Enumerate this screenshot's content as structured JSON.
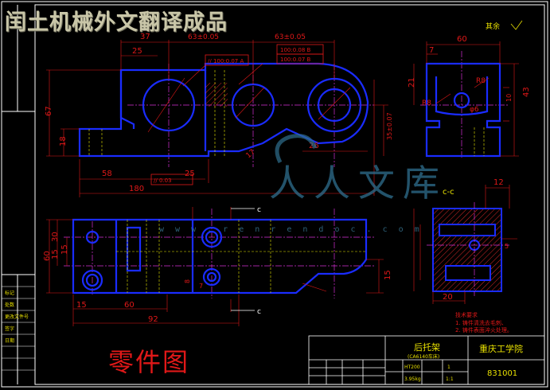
{
  "banner": {
    "text": "闰土机械外文翻译成品"
  },
  "watermark": {
    "text": "人人文库",
    "url": "w w w . r e n r e n d o c . c o m"
  },
  "drawing_title": "零件图",
  "surface_note": "其余",
  "front_view_dims": {
    "d37": "37",
    "d63a": "63±0.05",
    "d63b": "63±0.05",
    "d25top": "25",
    "d67": "67",
    "d18": "18",
    "d58": "58",
    "d25bot": "25",
    "d180": "180",
    "d35": "35±0.07",
    "d26": "26",
    "d17": "17",
    "tol_parallel_a": "//  100:0.07  A",
    "tol_parallel_b1": "100:0.08  B",
    "tol_parallel_b2": "100:0.07  B",
    "tol_flat": "//  0.03"
  },
  "side_view_dims": {
    "d60": "60",
    "d7": "7",
    "d21": "21",
    "d43": "43",
    "d10": "10",
    "r8a": "R8",
    "r8b": "R8",
    "phi6": "φ6"
  },
  "top_view_dims": {
    "d60": "60",
    "d30": "30",
    "d15a": "15",
    "d15b": "15",
    "d15c": "15",
    "d60b": "60",
    "d92": "92",
    "d7": "7",
    "d8": "8",
    "d15r": "15",
    "section_c": "c"
  },
  "section_view": {
    "label": "c-c",
    "d12": "12",
    "d20": "20",
    "d5": "5"
  },
  "tech_notes": {
    "heading": "技术要求",
    "line1": "1. 铸件清洗去毛刺、",
    "line2": "2. 铸件表面淬火处理。"
  },
  "title_block": {
    "part_name": "后托架",
    "machine": "(CA6140车床)",
    "school": "重庆工学院",
    "material": "HT200",
    "weight": "3.95kg",
    "scale": "1:1",
    "count": "1",
    "drawing_no": "831001"
  },
  "left_strip": {
    "labels": [
      "标记",
      "处数",
      "更改文件号",
      "签字",
      "日期"
    ]
  },
  "colors": {
    "outline": "#1a2cff",
    "dimension": "#e01818",
    "center": "#d52fd5",
    "frame": "#ffffff",
    "hidden": "#e6e600",
    "hatch": "#ff3030",
    "title_text": "#e8e000"
  }
}
